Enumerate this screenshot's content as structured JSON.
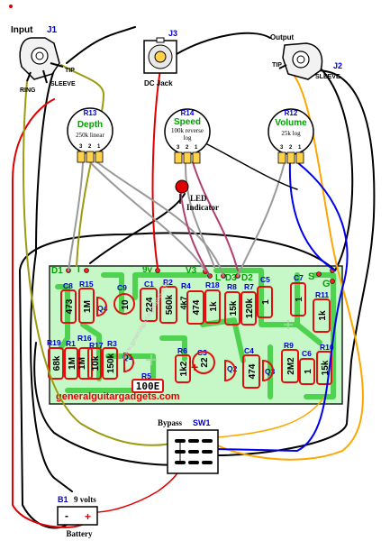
{
  "jacks": {
    "input": {
      "title": "Input",
      "ref": "J1",
      "tip": "TIP",
      "sleeve": "SLEEVE",
      "ring": "RING"
    },
    "dc": {
      "ref": "J3",
      "title": "DC Jack"
    },
    "output": {
      "title": "Output",
      "ref": "J2",
      "tip": "TIP",
      "sleeve": "SLEEVE"
    }
  },
  "pots": {
    "depth": {
      "ref": "R13",
      "name": "Depth",
      "value": "250k  linear",
      "pins": [
        "3",
        "2",
        "1"
      ]
    },
    "speed": {
      "ref": "R14",
      "name": "Speed",
      "value": "100k reverse",
      "taper": "log",
      "pins": [
        "3",
        "2",
        "1"
      ]
    },
    "volume": {
      "ref": "R12",
      "name": "Volume",
      "value": "25k  log",
      "pins": [
        "3",
        "2",
        "1"
      ]
    }
  },
  "led": {
    "line1": "LED",
    "line2": "Indicator"
  },
  "board": {
    "pads": {
      "d1": "D1",
      "i": "I",
      "nine_v": "9v",
      "v3": "V3",
      "l": "L",
      "d3": "D3",
      "d2": "D2",
      "s": "S",
      "g": "G"
    },
    "refs": {
      "c8": "C8",
      "r15": "R15",
      "q4": "Q4",
      "c9": "C9",
      "c1": "C1",
      "r2": "R2",
      "r4": "R4",
      "r18": "R18",
      "r8": "R8",
      "r7": "R7",
      "c5": "C5",
      "c7": "C7",
      "r11": "R11",
      "r19": "R19",
      "r1": "R1",
      "r16": "R16",
      "r17": "R17",
      "r3": "R3",
      "q1": "Q1",
      "r6": "R6",
      "c3": "C3",
      "q2": "Q2",
      "c4": "C4",
      "q3": "Q3",
      "r9": "R9",
      "c6": "C6",
      "r10": "R10",
      "r5": "R5"
    },
    "values": {
      "c8": "473",
      "r15": "1M",
      "c9": "10",
      "c1": "224",
      "r2": "560k",
      "r4": "4k7",
      "c2": "474",
      "r18": "1k",
      "r8": "15k",
      "r7": "120k",
      "c5": "1",
      "c7": "1",
      "r11": "1k",
      "r19": "68k",
      "r1": "1M",
      "r16": "1M",
      "r17": "10k",
      "r3": "150k",
      "r6": "1k2",
      "c3": "22",
      "c4": "474",
      "r9": "2M2",
      "c6": "1",
      "r10": "15k",
      "r5": "100E"
    },
    "website": "generalguitargadgets.com",
    "watermark": "www.generalguitargadgets.com"
  },
  "switch": {
    "title": "Bypass",
    "ref": "SW1"
  },
  "battery": {
    "ref": "B1",
    "volts": "9 volts",
    "title": "Battery",
    "minus": "-",
    "plus": "+"
  },
  "colors": {
    "board": "#c6f7c6",
    "trace": "#4fd24f",
    "pad": "#ff2020",
    "label_green": "#00a000",
    "label_blue": "#0000d0",
    "wire_red": "#e00000",
    "wire_blue": "#0000ee",
    "wire_orange": "#ffa500",
    "wire_olive": "#9b9a10",
    "wire_gray": "#999999",
    "wire_purple": "#b04070",
    "wire_black": "#000000"
  }
}
